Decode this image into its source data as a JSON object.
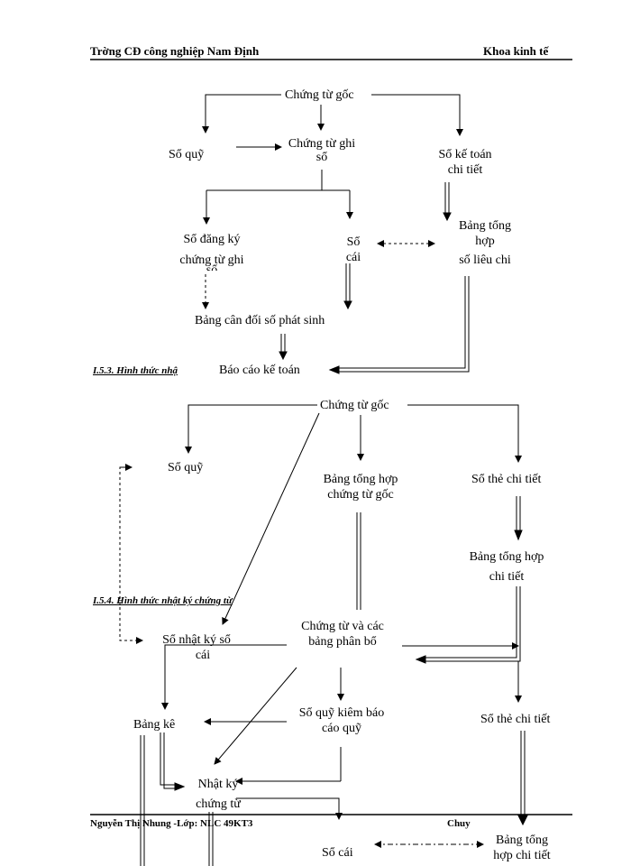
{
  "header": {
    "left": "Trờng   CĐ công nghiệp Nam Định",
    "right": "Khoa kinh tế"
  },
  "diagram1": {
    "origin": "Chứng từ gốc",
    "cash_book": "Sổ quỹ",
    "voucher_record": [
      "Chứng từ ghi",
      "sổ"
    ],
    "detail_ledger": [
      "Sổ kế toán",
      "chi tiết"
    ],
    "registry": [
      "Sổ đăng ký",
      "chứng từ ghi",
      "sổ"
    ],
    "general_ledger": [
      "Sổ",
      "cái"
    ],
    "summary_table": [
      "Bảng tổng",
      "hợp",
      "số liệu chi"
    ],
    "trial_balance": "Bảng cân đối số phát sinh",
    "report": "Báo cáo kế toán"
  },
  "section_153": "I.5.3. Hình thức nhậ",
  "section_154": "I.5.4. Hình thức nhật ký chứng từ",
  "diagram2": {
    "origin": "Chứng từ gốc",
    "cash_book": "Sổ quỹ",
    "origin_summary": [
      "Bảng tổng hợp",
      "chứng từ gốc"
    ],
    "detail_card": "Sổ thẻ chi tiết",
    "detail_summary": [
      "Bảng tổng hợp",
      "chi tiết"
    ],
    "journal_ledger": [
      "Sổ nhật ký sổ",
      "cái"
    ],
    "allocation": [
      "Chứng từ và các",
      "bảng phân bổ"
    ],
    "cash_report": [
      "Sổ quỹ kiêm báo",
      "cáo quỹ"
    ],
    "detail_card_2": "Sổ thẻ chi tiết",
    "listing": "Bảng kê",
    "journal_voucher": [
      "Nhật ký",
      "chứng từ"
    ],
    "ledger": "Sổ cái",
    "detail_summary_2": [
      "Bảng tổng",
      "hợp chi tiết"
    ]
  },
  "footer": {
    "left": "Nguyễn Thị Nhung -Lớp: NLC 49KT3",
    "right": "Chuy"
  }
}
